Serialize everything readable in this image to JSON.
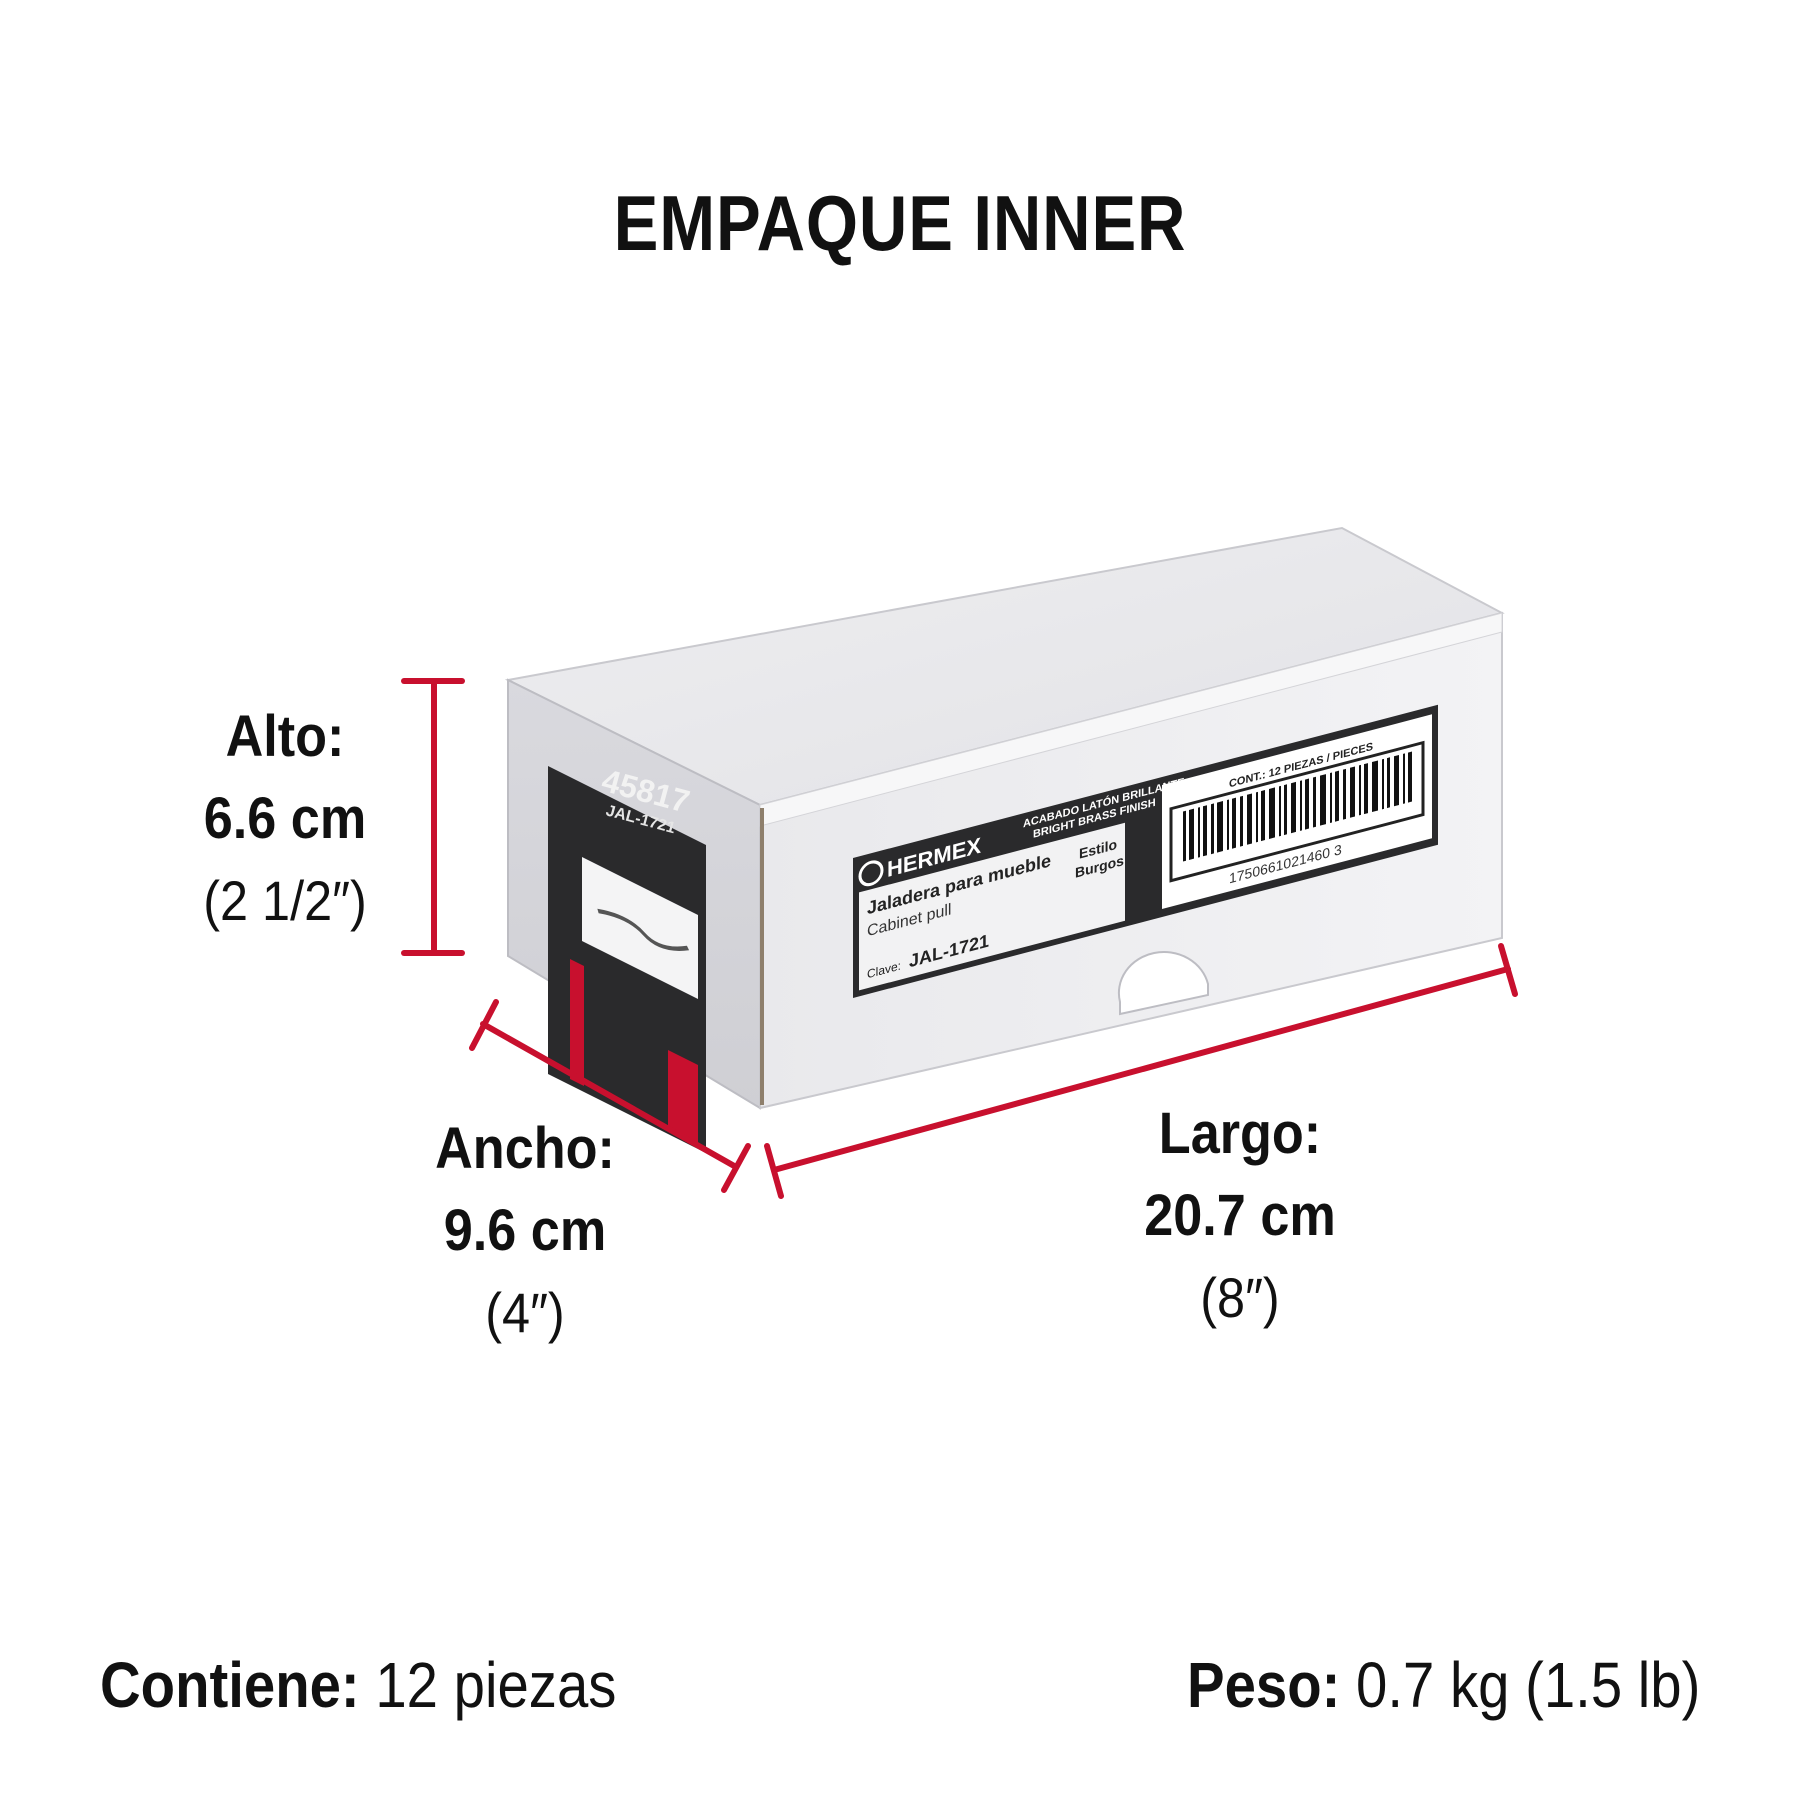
{
  "title": "EMPAQUE INNER",
  "accent_color": "#c8102e",
  "dimensions": {
    "alto": {
      "label": "Alto:",
      "value": "6.6 cm",
      "imperial": "(2 1/2″)"
    },
    "ancho": {
      "label": "Ancho:",
      "value": "9.6 cm",
      "imperial": "(4″)"
    },
    "largo": {
      "label": "Largo:",
      "value": "20.7 cm",
      "imperial": "(8″)"
    }
  },
  "footer": {
    "contiene_label": "Contiene:",
    "contiene_value": "12 piezas",
    "peso_label": "Peso:",
    "peso_value": "0.7 kg (1.5 lb)"
  },
  "box_label": {
    "brand": "HERMEX",
    "finish_es": "ACABADO LATÓN BRILLANTE",
    "finish_en": "BRIGHT BRASS FINISH",
    "product_es": "Jaladera para mueble",
    "product_en": "Cabinet pull",
    "style_label": "Estilo",
    "style_value": "Burgos",
    "clave_label": "Clave:",
    "clave_value": "JAL-1721",
    "contents": "CONT.: 12 PIEZAS / PIECES",
    "barcode_number": "1750661021460 3",
    "side_code": "45817",
    "side_clave": "JAL-1721"
  }
}
